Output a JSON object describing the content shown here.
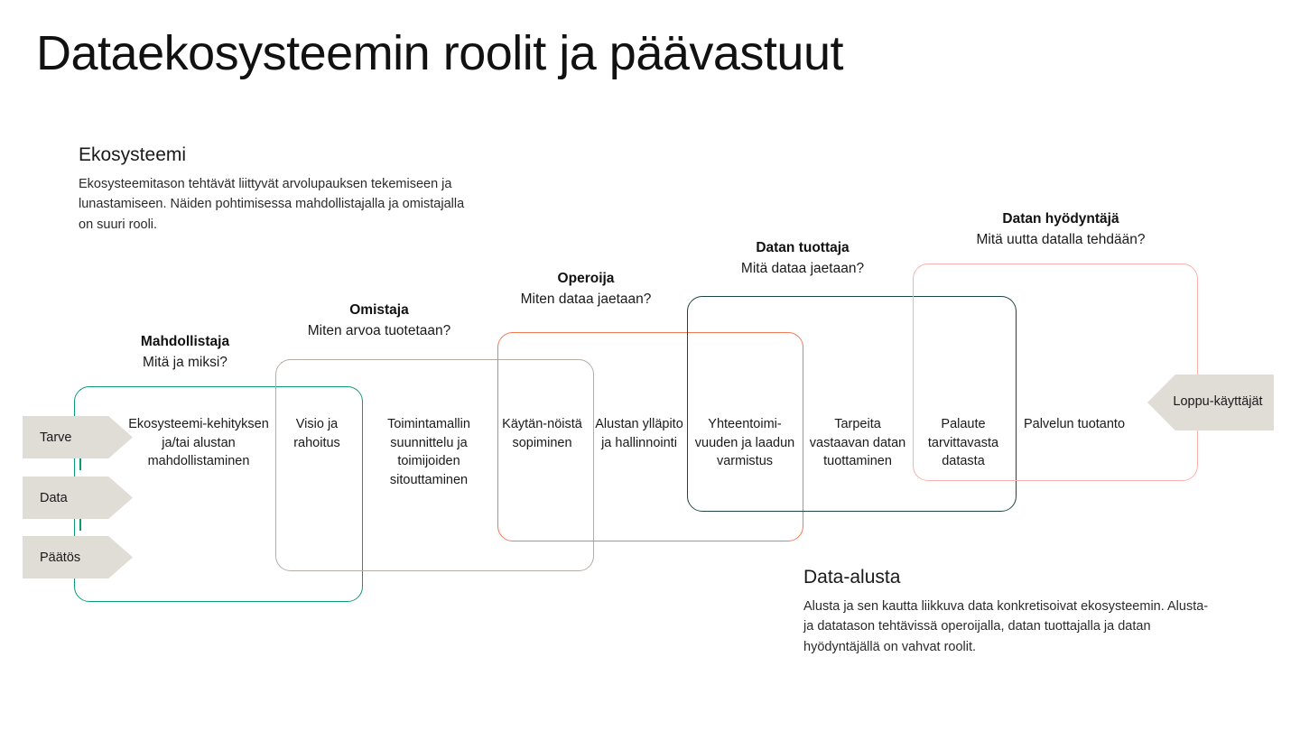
{
  "page": {
    "title": "Dataekosysteemin roolit ja päävastuut"
  },
  "notes": [
    {
      "id": "ekosysteemi",
      "title": "Ekosysteemi",
      "body": "Ekosysteemitason tehtävät liittyvät arvolupauksen tekemiseen ja lunastamiseen. Näiden pohtimisessa mahdollistajalla ja omistajalla on suuri rooli."
    },
    {
      "id": "data-alusta",
      "title": "Data-alusta",
      "body": "Alusta ja sen kautta liikkuva data konkretisoivat ekosysteemin. Alusta- ja datatason tehtävissä operoijalla, datan tuottajalla ja datan hyödyntäjällä on vahvat roolit."
    }
  ],
  "roles": [
    {
      "name": "Mahdollistaja",
      "question": "Mitä ja miksi?",
      "color": "#0a9b73"
    },
    {
      "name": "Omistaja",
      "question": "Miten arvoa tuotetaan?",
      "color": "#b5aca4"
    },
    {
      "name": "Operoija",
      "question": "Miten dataa jaetaan?",
      "color": "#f37a53"
    },
    {
      "name": "Datan tuottaja",
      "question": "Mitä dataa jaetaan?",
      "color": "#1b4741"
    },
    {
      "name": "Datan hyödyntäjä",
      "question": "Mitä uutta datalla tehdään?",
      "color": "#f8b1ad"
    }
  ],
  "tasks": [
    {
      "text": "Ekosysteemi-kehityksen ja/tai alustan mahdollistaminen"
    },
    {
      "text": "Visio ja rahoitus"
    },
    {
      "text": "Toimintamallin suunnittelu ja toimijoiden sitouttaminen"
    },
    {
      "text": "Käytän-nöistä sopiminen"
    },
    {
      "text": "Alustan ylläpito ja hallinnointi"
    },
    {
      "text": "Yhteentoimi-vuuden ja laadun varmistus"
    },
    {
      "text": "Tarpeita vastaavan datan tuottaminen"
    },
    {
      "text": "Palaute tarvittavasta datasta"
    },
    {
      "text": "Palvelun tuotanto"
    }
  ],
  "inputs": [
    {
      "label": "Tarve"
    },
    {
      "label": "Data"
    },
    {
      "label": "Päätös"
    }
  ],
  "output": {
    "label": "Loppu-käyttäjät"
  },
  "colors": {
    "chip_fill": "#e0dcd6",
    "text": "#1a1a1a",
    "background": "#ffffff"
  }
}
